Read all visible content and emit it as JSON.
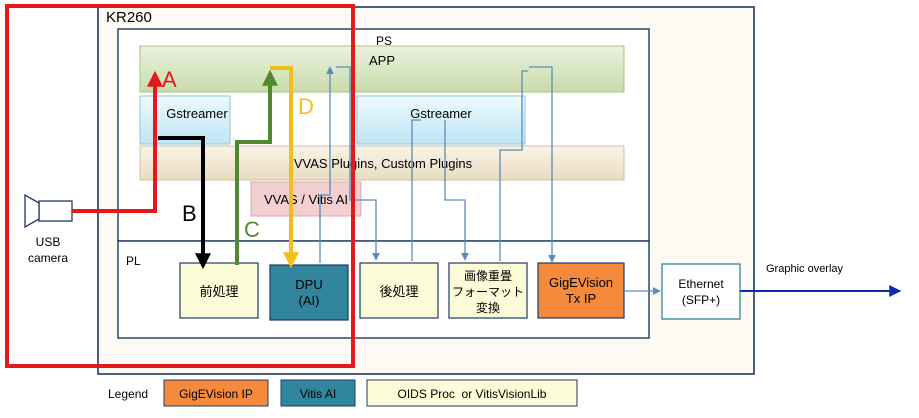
{
  "board": {
    "title": "KR260"
  },
  "ps": {
    "label": "PS"
  },
  "pl": {
    "label": "PL"
  },
  "app": {
    "label": "APP"
  },
  "gstreamer_left": {
    "label": "Gstreamer"
  },
  "gstreamer_right": {
    "label": "Gstreamer"
  },
  "vvas_plugins": {
    "label": "VVAS Plugins, Custom Plugins"
  },
  "vvas_vitis": {
    "label": "VVAS / Vitis AI"
  },
  "usb_camera": {
    "line1": "USB",
    "line2": "camera"
  },
  "blocks": {
    "preproc": "前処理",
    "dpu_line1": "DPU",
    "dpu_line2": "(AI)",
    "postproc": "後処理",
    "overlay_line1": "画像重畳",
    "overlay_line2": "フォーマット",
    "overlay_line3": "変換",
    "gige_line1": "GigEVision",
    "gige_line2": "Tx IP",
    "eth_line1": "Ethernet",
    "eth_line2": "(SFP+)"
  },
  "graphic_overlay": "Graphic overlay",
  "paths": {
    "a": "A",
    "b": "B",
    "c": "C",
    "d": "D"
  },
  "legend": {
    "title": "Legend",
    "gige": "GigEVision IP",
    "vitis": "Vitis AI",
    "oids": "OIDS Proc  or VitisVisionLib"
  },
  "colors": {
    "red": "#e31a1a",
    "green": "#4f8a2e",
    "yellow": "#f5bd1a",
    "orange": "#f68a3c",
    "teal": "#31859c",
    "blue": "#5b8bbd",
    "dark_blue": "#0c2db0"
  }
}
